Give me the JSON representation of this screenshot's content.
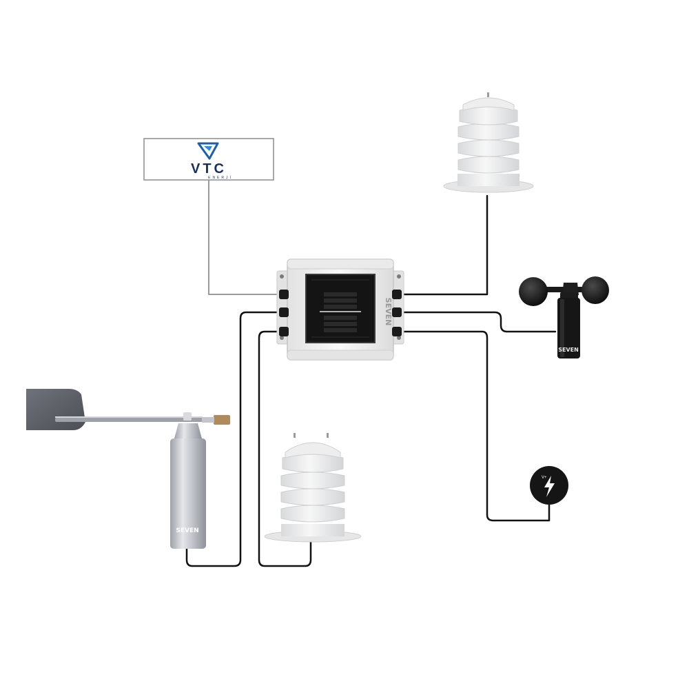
{
  "logo": {
    "name": "VTC",
    "subtitle": "ENERJİ"
  },
  "brand": {
    "name": "SEVEN"
  },
  "icons": {
    "logo_mark": "v-triangle-logo",
    "power_symbol": "lightning-bolt"
  },
  "colors": {
    "cable": "#111111",
    "logo_blue": "#1e5fa8",
    "logo_navy": "#1a2f5a",
    "housing": "#f1f1f1",
    "vane_metal": "#b9bcc4",
    "anemometer": "#141414"
  }
}
